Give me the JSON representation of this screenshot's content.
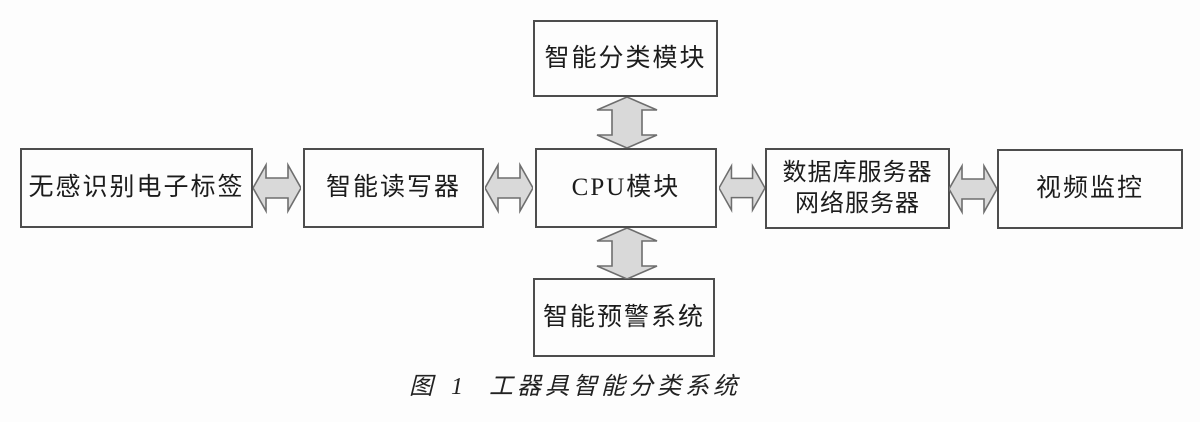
{
  "figure": {
    "boxes": {
      "tag": "无感识别电子标签",
      "reader": "智能读写器",
      "cpu": "CPU模块",
      "server1": "数据库服务器",
      "server2": "网络服务器",
      "video": "视频监控",
      "classify": "智能分类模块",
      "warning": "智能预警系统"
    },
    "caption_label": "图 1",
    "caption_title": "工器具智能分类系统",
    "connections": [
      {
        "from": "无感识别电子标签",
        "to": "智能读写器",
        "type": "bidirectional"
      },
      {
        "from": "智能读写器",
        "to": "CPU模块",
        "type": "bidirectional"
      },
      {
        "from": "CPU模块",
        "to": "数据库服务器/网络服务器",
        "type": "bidirectional"
      },
      {
        "from": "数据库服务器/网络服务器",
        "to": "视频监控",
        "type": "bidirectional"
      },
      {
        "from": "智能分类模块",
        "to": "CPU模块",
        "type": "bidirectional"
      },
      {
        "from": "CPU模块",
        "to": "智能预警系统",
        "type": "bidirectional"
      }
    ],
    "icons": {
      "connector_horizontal": "double-arrow-horizontal-icon",
      "connector_vertical": "double-arrow-vertical-icon"
    },
    "colors": {
      "arrow_fill": "#d9d9d9",
      "arrow_stroke": "#6e6e6e",
      "box_border": "#4d4d4d",
      "text": "#1c1c1c",
      "background": "#fdfdfd"
    }
  }
}
